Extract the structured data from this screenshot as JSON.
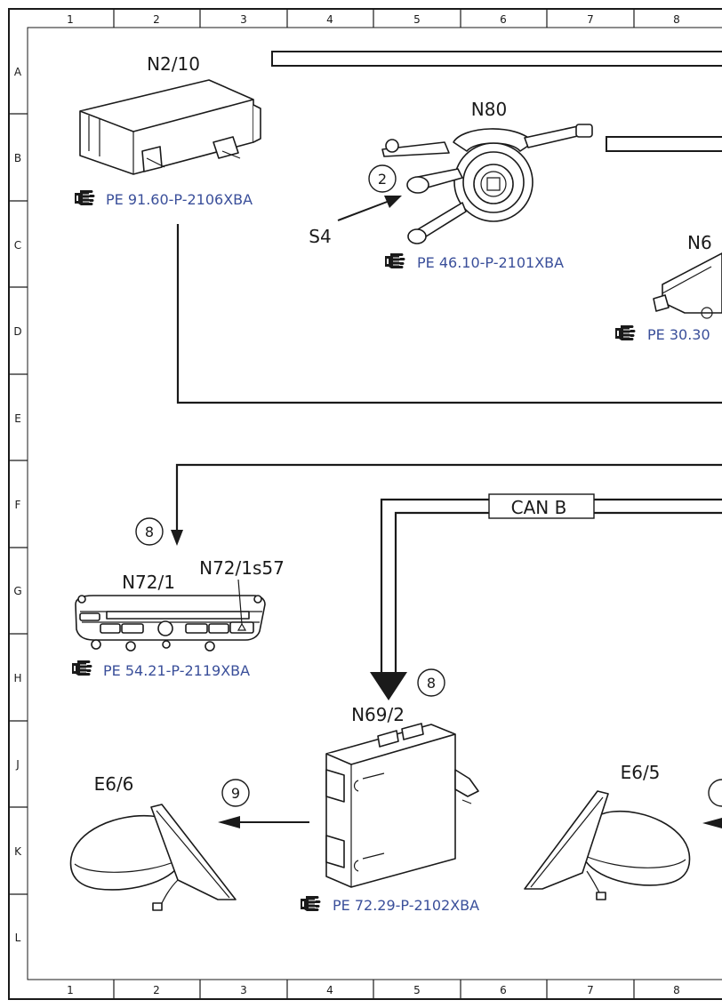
{
  "grid": {
    "columns": [
      "1",
      "2",
      "3",
      "4",
      "5",
      "6",
      "7",
      "8"
    ],
    "rows": [
      "A",
      "B",
      "C",
      "D",
      "E",
      "F",
      "G",
      "H",
      "J",
      "K",
      "L"
    ]
  },
  "components": {
    "n2_10": {
      "label": "N2/10",
      "ref": "PE 91.60-P-2106XBA"
    },
    "n80": {
      "label": "N80",
      "ref": "PE 46.10-P-2101XBA"
    },
    "s4": {
      "label": "S4",
      "callout": "2"
    },
    "n6x": {
      "label": "N6",
      "ref": "PE 30.30"
    },
    "n72_1": {
      "label": "N72/1",
      "ref": "PE 54.21-P-2119XBA",
      "callout": "8"
    },
    "n72_1s57": {
      "label": "N72/1s57"
    },
    "n69_2": {
      "label": "N69/2",
      "ref": "PE 72.29-P-2102XBA",
      "callout": "8"
    },
    "e6_6": {
      "label": "E6/6",
      "callout": "9"
    },
    "e6_5": {
      "label": "E6/5"
    }
  },
  "bus": {
    "label": "CAN B"
  },
  "icons": {
    "reference": "pointing-hand-icon"
  }
}
